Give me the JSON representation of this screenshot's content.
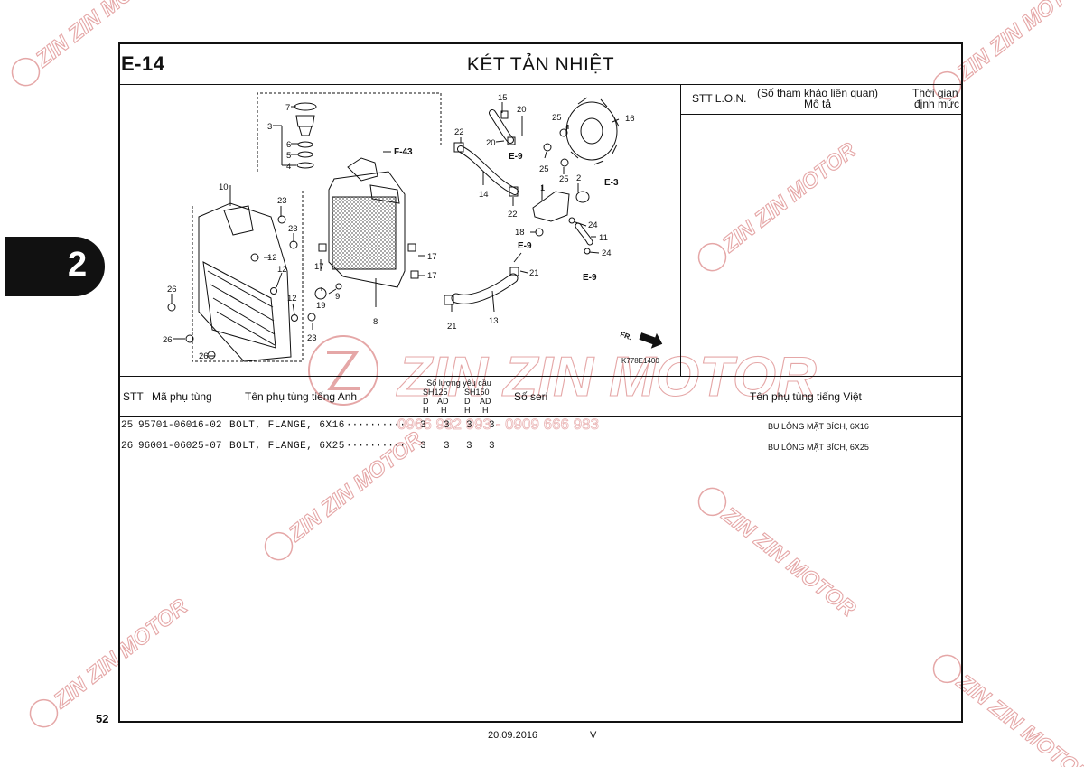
{
  "page": {
    "code": "E-14",
    "title": "KÉT TẢN NHIỆT",
    "page_number": "52",
    "section_tab": "2",
    "date": "20.09.2016",
    "version": "V"
  },
  "diagram": {
    "ref_code": "K778E1400",
    "fr_label": "FR.",
    "callouts": [
      "1",
      "2",
      "3",
      "4",
      "5",
      "6",
      "7",
      "8",
      "9",
      "10",
      "11",
      "12",
      "12",
      "12",
      "13",
      "14",
      "15",
      "16",
      "17",
      "17",
      "17",
      "18",
      "19",
      "20",
      "20",
      "21",
      "21",
      "22",
      "22",
      "23",
      "23",
      "23",
      "24",
      "24",
      "25",
      "25",
      "25",
      "26",
      "26",
      "26"
    ],
    "refs": [
      "F-43",
      "E-9",
      "E-9",
      "E-9",
      "E-3"
    ]
  },
  "info_panel": {
    "col_stt_lon": "STT  L.O.N.",
    "col_desc_top": "(Số tham khảo liên quan)",
    "col_desc_bottom": "Mô tả",
    "col_time_top": "Thời gian",
    "col_time_bottom": "định mức"
  },
  "parts_table": {
    "header": {
      "stt": "STT",
      "part_no": "Mã phụ tùng",
      "name_en": "Tên phụ tùng tiếng Anh",
      "qty_title": "Số lượng yêu cầu",
      "model_a": "SH125",
      "model_b": "SH150",
      "col_d1": "D",
      "col_ad1": "AD",
      "col_d2": "D",
      "col_ad2": "AD",
      "h1": "H",
      "h2": "H",
      "h3": "H",
      "h4": "H",
      "serial": "Số seri",
      "name_vi": "Tên phụ tùng tiếng Việt"
    },
    "rows": [
      {
        "stt": "25",
        "part_no": "95701-06016-02",
        "name_en": "BOLT, FLANGE, 6X16",
        "dots": "··········",
        "q1": "3",
        "q2": "3",
        "q3": "3",
        "q4": "3",
        "name_vi": "BU LÔNG MẶT BÍCH, 6X16"
      },
      {
        "stt": "26",
        "part_no": "96001-06025-07",
        "name_en": "BOLT, FLANGE, 6X25",
        "dots": "··········",
        "q1": "3",
        "q2": "3",
        "q3": "3",
        "q4": "3",
        "name_vi": "BU LÔNG MẶT BÍCH, 6X25"
      }
    ]
  },
  "watermark": {
    "brand": "ZIN ZIN MOTOR",
    "phone": "0966 982 993 - 0909 666 983"
  }
}
